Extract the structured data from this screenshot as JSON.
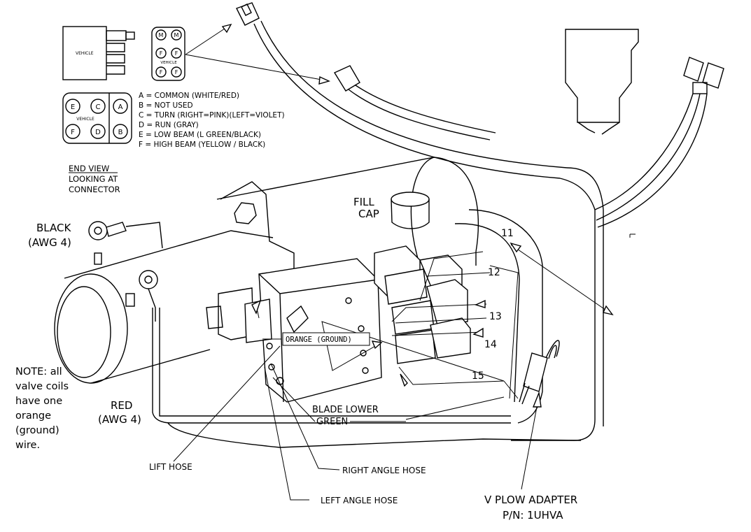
{
  "connector_legend": {
    "lines": [
      "A = COMMON  (WHITE/RED)",
      "B = NOT USED",
      "C = TURN  (RIGHT=PINK)(LEFT=VIOLET)",
      "D = RUN  (GRAY)",
      "E = LOW BEAM  (L GREEN/BLACK)",
      "F = HIGH BEAM  (YELLOW / BLACK)"
    ],
    "vehicle_label": "VEHICLE",
    "pins_6": [
      "E",
      "C",
      "A",
      "F",
      "D",
      "B"
    ],
    "pins_4": [
      "M",
      "M",
      "F",
      "F",
      "F",
      "F"
    ]
  },
  "end_view": {
    "title": "END VIEW",
    "line2": "LOOKING AT",
    "line3": "CONNECTOR"
  },
  "labels": {
    "fill_cap_1": "FILL",
    "fill_cap_2": "CAP",
    "black_1": "BLACK",
    "black_2": "(AWG 4)",
    "red_1": "RED",
    "red_2": "(AWG 4)",
    "orange_ground": "ORANGE (GROUND)",
    "blade_lower": "BLADE LOWER",
    "green": "GREEN",
    "lift_hose": "LIFT HOSE",
    "right_angle_hose": "RIGHT ANGLE HOSE",
    "left_angle_hose": "LEFT ANGLE HOSE",
    "v_plow_1": "V PLOW ADAPTER",
    "v_plow_2": "P/N: 1UHVA"
  },
  "callouts": [
    "11",
    "12",
    "13",
    "14",
    "15"
  ],
  "note": [
    "NOTE: all",
    "valve coils",
    "have one",
    "orange",
    "(ground)",
    "wire."
  ]
}
